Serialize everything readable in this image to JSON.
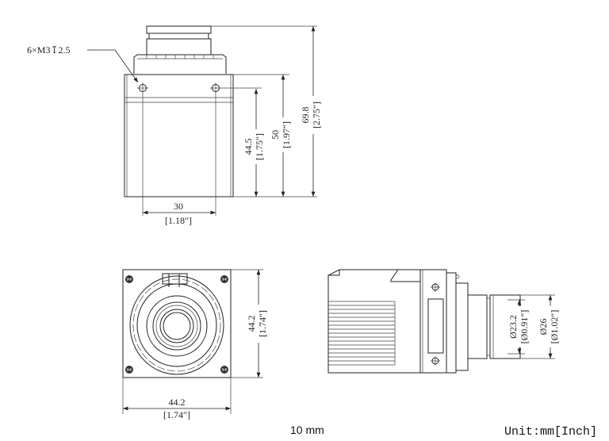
{
  "top_view": {
    "hole_callout": "6×M3↧2.5",
    "dim_hole_height": "44.5",
    "dim_hole_height_in": "[1.75″]",
    "dim_body_height": "50",
    "dim_body_height_in": "[1.97″]",
    "dim_total_height": "69.8",
    "dim_total_height_in": "[2.75″]",
    "dim_hole_spacing": "30",
    "dim_hole_spacing_in": "[1.18″]"
  },
  "front_view": {
    "dim_height": "44.2",
    "dim_height_in": "[1.74″]",
    "dim_width": "44.2",
    "dim_width_in": "[1.74″]"
  },
  "side_view": {
    "dim_inner_dia": "Ø23.2",
    "dim_inner_dia_in": "[Ø0.91″]",
    "dim_outer_dia": "Ø26",
    "dim_outer_dia_in": "[Ø1.02″]"
  },
  "scale_label": "10 mm",
  "unit_label": "Unit:mm[Inch]"
}
